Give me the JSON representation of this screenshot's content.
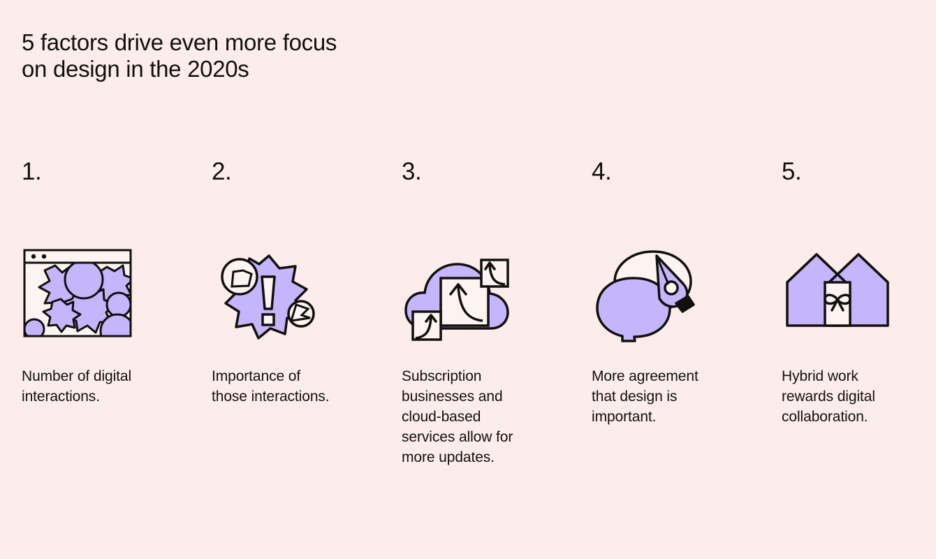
{
  "theme": {
    "background_color": "#FCEDEA",
    "accent_color": "#C4B5FD",
    "ink_color": "#12100E",
    "paper_color": "#FDF4F1"
  },
  "header": {
    "title": "5 factors drive even more focus\non design in the 2020s"
  },
  "columns": [
    {
      "number": "1.",
      "icon_name": "browser-window-bursts-icon",
      "caption": "Number of digital\ninteractions."
    },
    {
      "number": "2.",
      "icon_name": "exclamation-burst-icon",
      "caption": "Importance of\nthose interactions."
    },
    {
      "number": "3.",
      "icon_name": "cloud-upload-icon",
      "caption": "Subscription\nbusinesses and\ncloud-based\nservices allow for\nmore updates."
    },
    {
      "number": "4.",
      "icon_name": "speech-bubbles-pen-nib-icon",
      "caption": "More agreement\nthat design is\nimportant."
    },
    {
      "number": "5.",
      "icon_name": "two-houses-bow-icon",
      "caption": "Hybrid work\nrewards digital\ncollaboration."
    }
  ]
}
